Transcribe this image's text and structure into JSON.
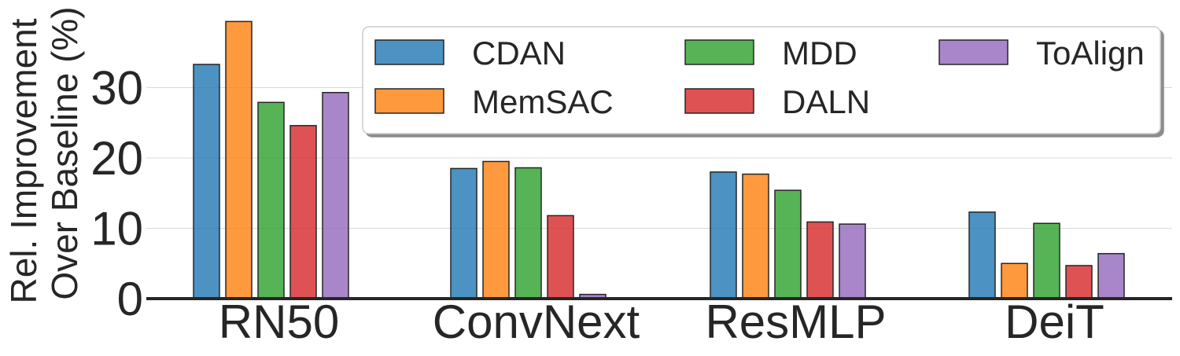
{
  "chart_data": {
    "type": "bar",
    "categories": [
      "RN50",
      "ConvNext",
      "ResMLP",
      "DeiT"
    ],
    "series": [
      {
        "name": "CDAN",
        "color": "#1f77b4",
        "values": [
          33.3,
          18.5,
          18.0,
          12.3
        ]
      },
      {
        "name": "MemSAC",
        "color": "#ff7f0e",
        "values": [
          39.4,
          19.5,
          17.7,
          5.0
        ]
      },
      {
        "name": "MDD",
        "color": "#2ca02c",
        "values": [
          27.9,
          18.6,
          15.4,
          10.7
        ]
      },
      {
        "name": "DALN",
        "color": "#d62728",
        "values": [
          24.6,
          11.8,
          10.9,
          4.7
        ]
      },
      {
        "name": "ToAlign",
        "color": "#9467bd",
        "values": [
          29.3,
          0.6,
          10.6,
          6.4
        ]
      }
    ],
    "ylabel_line1": "Rel. Improvement",
    "ylabel_line2": "Over Baseline (%)",
    "yticks": [
      "0",
      "10",
      "20",
      "30"
    ],
    "ylim": [
      0,
      40
    ],
    "grid": true,
    "legend": "top-right"
  }
}
